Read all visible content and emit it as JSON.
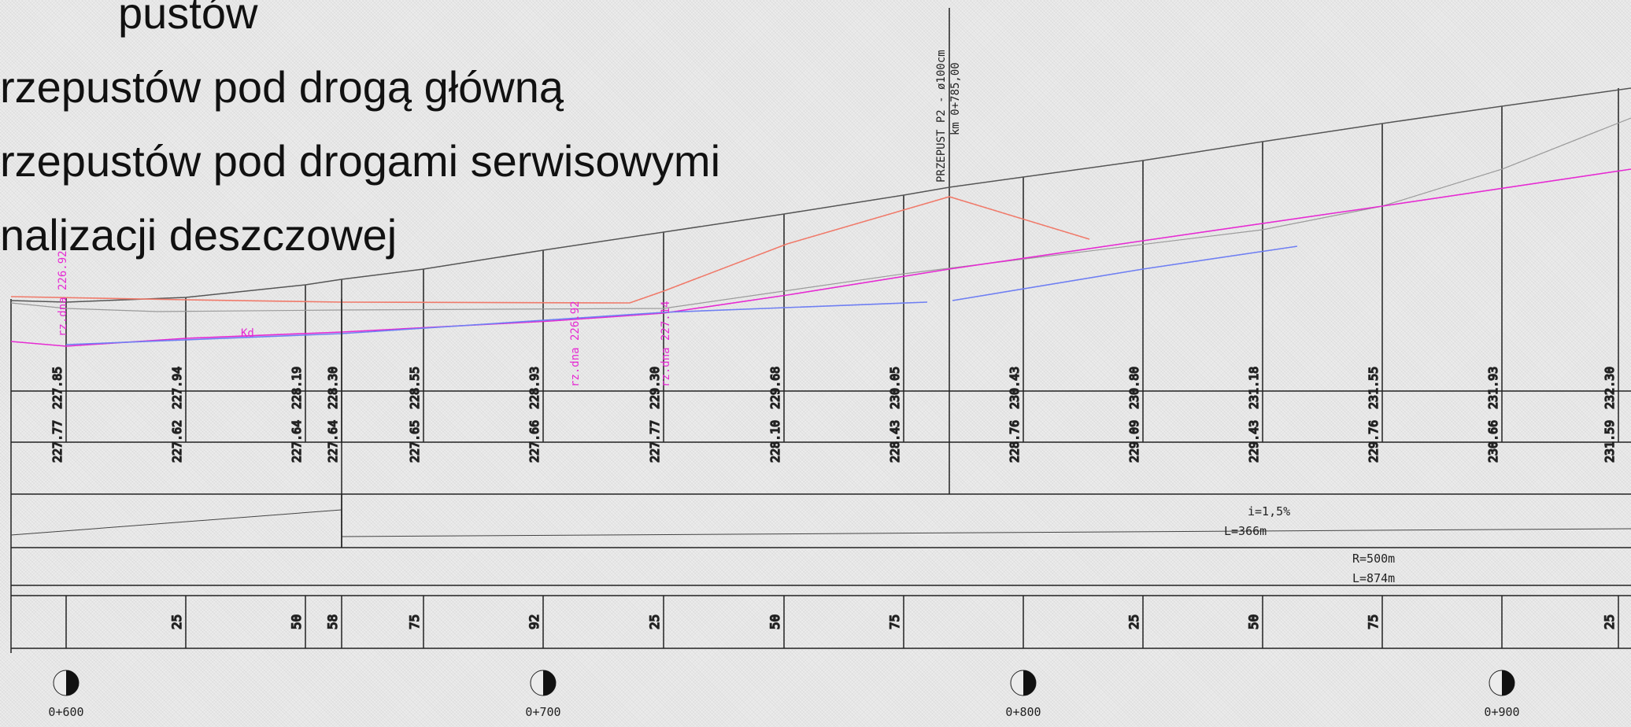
{
  "bullets": [
    "pustów",
    "rzepustów pod drogą główną",
    "rzepustów pod drogami serwisowymi",
    "nalizacji deszczowej"
  ],
  "culvert": {
    "title": "PRZEPUST P2 - ø100cm",
    "km": "km 0+785,00"
  },
  "annotations": {
    "bottom_left": "rz.dna 226.92",
    "mid": "rz.dna 226.92",
    "mid2": "rz.dna 227.14",
    "kd": "Kd"
  },
  "stations": [
    {
      "label": "",
      "elev_a": "227.85",
      "elev_b": "227.77"
    },
    {
      "label": "25",
      "elev_a": "227.94",
      "elev_b": "227.62"
    },
    {
      "label": "50",
      "elev_a": "228.19",
      "elev_b": "227.64"
    },
    {
      "label": "58",
      "elev_a": "228.30",
      "elev_b": "227.64"
    },
    {
      "label": "75",
      "elev_a": "228.55",
      "elev_b": "227.65"
    },
    {
      "label": "92",
      "elev_a": "228.93",
      "elev_b": "227.66"
    },
    {
      "label": "25",
      "elev_a": "229.30",
      "elev_b": "227.77"
    },
    {
      "label": "50",
      "elev_a": "229.68",
      "elev_b": "228.10"
    },
    {
      "label": "75",
      "elev_a": "230.05",
      "elev_b": "228.43"
    },
    {
      "label": "",
      "elev_a": "230.43",
      "elev_b": "228.76"
    },
    {
      "label": "25",
      "elev_a": "230.80",
      "elev_b": "229.09"
    },
    {
      "label": "50",
      "elev_a": "231.18",
      "elev_b": "229.43"
    },
    {
      "label": "75",
      "elev_a": "231.55",
      "elev_b": "229.76"
    },
    {
      "label": "",
      "elev_a": "231.93",
      "elev_b": "230.66"
    },
    {
      "label": "25",
      "elev_a": "232.30",
      "elev_b": "231.59"
    }
  ],
  "grade": {
    "slope": "i=1,5%",
    "length": "L=366m"
  },
  "curve": {
    "radius": "R=500m",
    "length": "L=874m"
  },
  "chainage": [
    "0+600",
    "0+700",
    "0+800",
    "0+900"
  ],
  "colors": {
    "line": "#222222",
    "terrain": "#8a8a8a",
    "salmon": "#f07a6a",
    "magenta": "#e62bd3",
    "blue": "#6f7ff3"
  }
}
